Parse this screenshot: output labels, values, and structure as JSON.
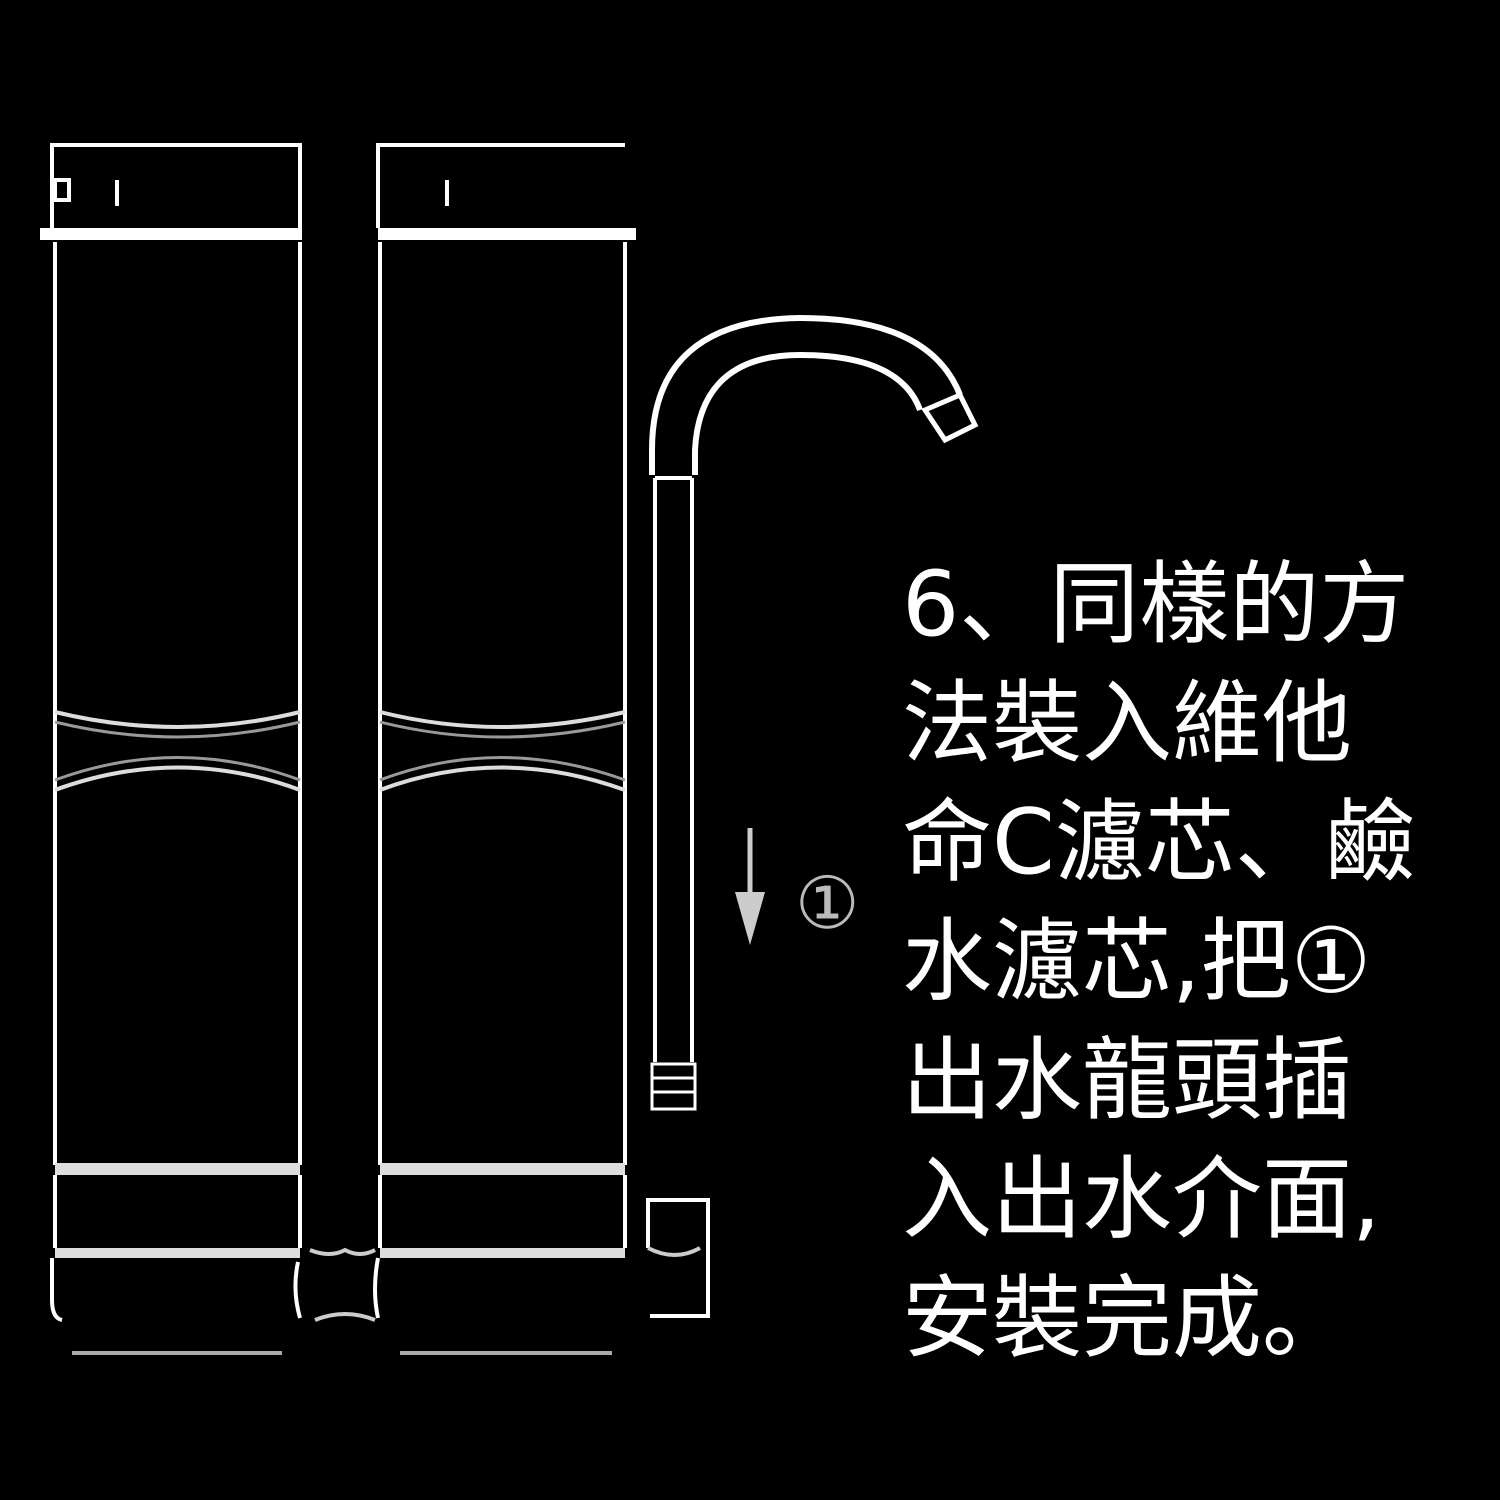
{
  "diagram": {
    "step_marker": "①"
  },
  "instruction": {
    "lines": [
      "6、同樣的方",
      "法裝入維他",
      "命C濾芯、鹼",
      "水濾芯,把①",
      "出水龍頭插",
      "入出水介面,",
      "安裝完成。"
    ]
  },
  "colors": {
    "background": "#000000",
    "line_art": "#ffffff",
    "marker": "#bbbbbb"
  }
}
